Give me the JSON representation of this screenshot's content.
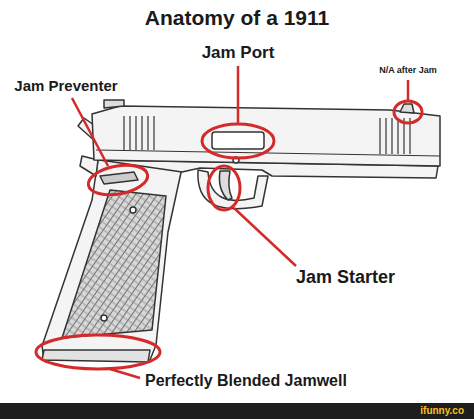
{
  "diagram": {
    "title": "Anatomy of a 1911",
    "labels": [
      "Jam Port",
      "N/A after Jam",
      "Jam Preventer",
      "Jam Starter",
      "Perfectly Blended Jamwell",
      "ifunny.co"
    ]
  }
}
